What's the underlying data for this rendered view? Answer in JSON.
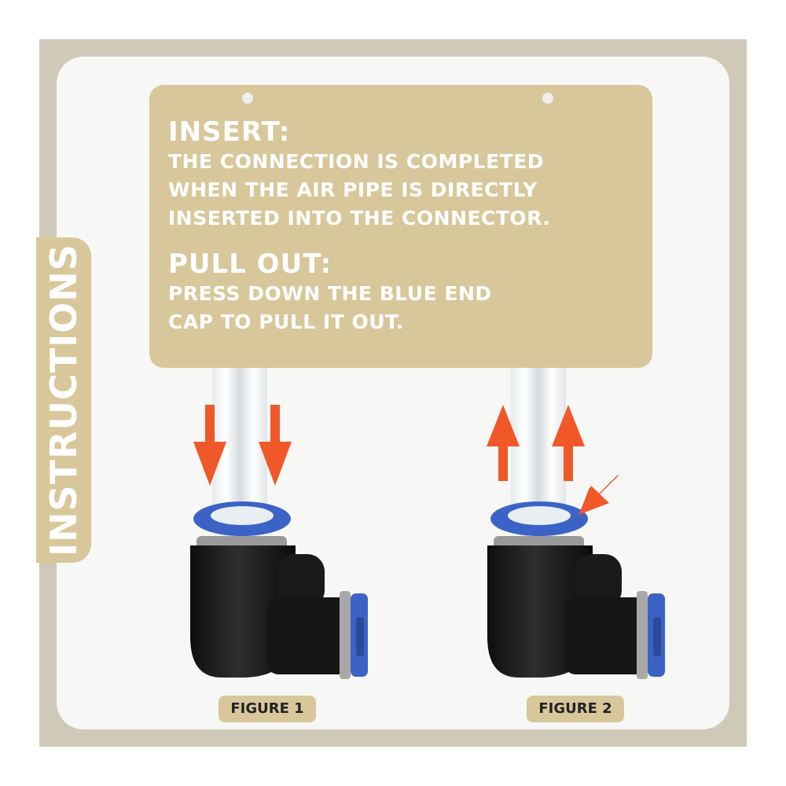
{
  "side_title": "INSTRUCTIONS",
  "insert": {
    "heading": "INSERT:",
    "lines": [
      "THE CONNECTION IS COMPLETED",
      "WHEN THE AIR PIPE IS DIRECTLY",
      "INSERTED INTO THE CONNECTOR."
    ]
  },
  "pull_out": {
    "heading": "PULL OUT:",
    "lines": [
      "PRESS DOWN THE BLUE END",
      "CAP TO PULL IT OUT."
    ]
  },
  "figures": [
    {
      "label": "FIGURE 1",
      "arrows": "down-arrow-icon"
    },
    {
      "label": "FIGURE 2",
      "arrows": "up-arrow-icon"
    }
  ],
  "colors": {
    "beige": "#d8c79a",
    "arrow": "#f0582a",
    "cap_blue": "#3b63c6",
    "fitting": "#1c1c1c"
  }
}
